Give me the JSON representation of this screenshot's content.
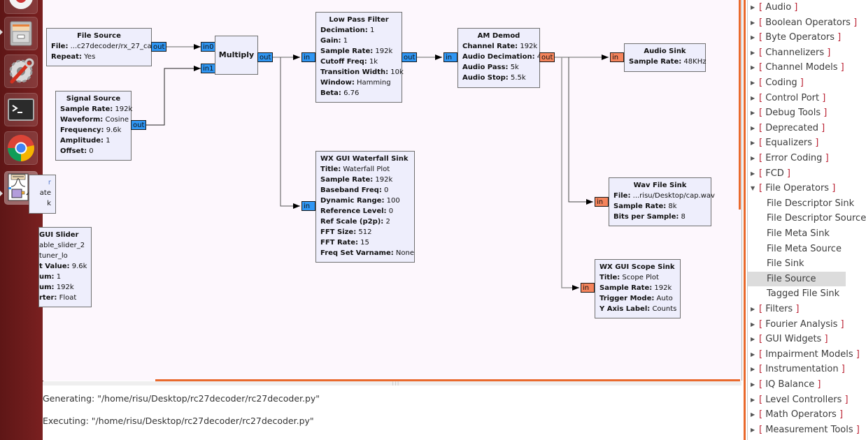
{
  "launcher": {
    "items": [
      {
        "name": "ubuntu-software-icon"
      },
      {
        "name": "file-cabinet-icon"
      },
      {
        "name": "system-settings-icon"
      },
      {
        "name": "terminal-icon"
      },
      {
        "name": "chrome-icon"
      },
      {
        "name": "gnuradio-companion-icon"
      }
    ]
  },
  "blocks": {
    "file_source": {
      "title": "File Source",
      "params": [
        {
          "k": "File:",
          "v": " ...c27decoder/rx_27_cap"
        },
        {
          "k": "Repeat:",
          "v": " Yes"
        }
      ],
      "out": "out"
    },
    "signal_source": {
      "title": "Signal Source",
      "params": [
        {
          "k": "Sample Rate:",
          "v": " 192k"
        },
        {
          "k": "Waveform:",
          "v": " Cosine"
        },
        {
          "k": "Frequency:",
          "v": " 9.6k"
        },
        {
          "k": "Amplitude:",
          "v": " 1"
        },
        {
          "k": "Offset:",
          "v": " 0"
        }
      ],
      "out": "out"
    },
    "multiply": {
      "title": "Multiply",
      "in0": "in0",
      "in1": "in1",
      "out": "out"
    },
    "low_pass": {
      "title": "Low Pass Filter",
      "params": [
        {
          "k": "Decimation:",
          "v": " 1"
        },
        {
          "k": "Gain:",
          "v": " 1"
        },
        {
          "k": "Sample Rate:",
          "v": " 192k"
        },
        {
          "k": "Cutoff Freq:",
          "v": " 1k"
        },
        {
          "k": "Transition Width:",
          "v": " 10k"
        },
        {
          "k": "Window:",
          "v": " Hamming"
        },
        {
          "k": "Beta:",
          "v": " 6.76"
        }
      ],
      "in": "in",
      "out": "out"
    },
    "am_demod": {
      "title": "AM Demod",
      "params": [
        {
          "k": "Channel Rate:",
          "v": " 192k"
        },
        {
          "k": "Audio Decimation:",
          "v": " 4"
        },
        {
          "k": "Audio Pass:",
          "v": " 5k"
        },
        {
          "k": "Audio Stop:",
          "v": " 5.5k"
        }
      ],
      "in": "in",
      "out": "out"
    },
    "audio_sink": {
      "title": "Audio Sink",
      "params": [
        {
          "k": "Sample Rate:",
          "v": " 48KHz"
        }
      ],
      "in": "in"
    },
    "waterfall": {
      "title": "WX GUI Waterfall Sink",
      "params": [
        {
          "k": "Title:",
          "v": " Waterfall Plot"
        },
        {
          "k": "Sample Rate:",
          "v": " 192k"
        },
        {
          "k": "Baseband Freq:",
          "v": " 0"
        },
        {
          "k": "Dynamic Range:",
          "v": " 100"
        },
        {
          "k": "Reference Level:",
          "v": " 0"
        },
        {
          "k": "Ref Scale (p2p):",
          "v": " 2"
        },
        {
          "k": "FFT Size:",
          "v": " 512"
        },
        {
          "k": "FFT Rate:",
          "v": " 15"
        },
        {
          "k": "Freq Set Varname:",
          "v": " None"
        }
      ],
      "in": "in"
    },
    "wav_sink": {
      "title": "Wav File Sink",
      "params": [
        {
          "k": "File:",
          "v": " ...risu/Desktop/cap.wav"
        },
        {
          "k": "Sample Rate:",
          "v": " 8k"
        },
        {
          "k": "Bits per Sample:",
          "v": " 8"
        }
      ],
      "in": "in"
    },
    "scope_sink": {
      "title": "WX GUI Scope Sink",
      "params": [
        {
          "k": "Title:",
          "v": " Scope Plot"
        },
        {
          "k": "Sample Rate:",
          "v": " 192k"
        },
        {
          "k": "Trigger Mode:",
          "v": " Auto"
        },
        {
          "k": "Y Axis Label:",
          "v": " Counts"
        }
      ],
      "in": "in"
    },
    "partial_top": {
      "lines": [
        "r",
        "ate",
        "k"
      ]
    },
    "gui_slider": {
      "title": "GUI Slider",
      "params": [
        {
          "k": "",
          "v": "able_slider_2"
        },
        {
          "k": "",
          "v": "tuner_lo"
        },
        {
          "k": "t Value:",
          "v": " 9.6k"
        },
        {
          "k": "um:",
          "v": " 1"
        },
        {
          "k": "um:",
          "v": " 192k"
        },
        {
          "k": "rter:",
          "v": " Float"
        }
      ]
    }
  },
  "console": {
    "lines": [
      "Generating: \"/home/risu/Desktop/rc27decoder/rc27decoder.py\"",
      "Executing: \"/home/risu/Desktop/rc27decoder/rc27decoder.py\""
    ]
  },
  "tree": {
    "items": [
      {
        "label": "Audio",
        "cat": true,
        "open": false
      },
      {
        "label": "Boolean Operators",
        "cat": true,
        "open": false
      },
      {
        "label": "Byte Operators",
        "cat": true,
        "open": false
      },
      {
        "label": "Channelizers",
        "cat": true,
        "open": false
      },
      {
        "label": "Channel Models",
        "cat": true,
        "open": false
      },
      {
        "label": "Coding",
        "cat": true,
        "open": false
      },
      {
        "label": "Control Port",
        "cat": true,
        "open": false
      },
      {
        "label": "Debug Tools",
        "cat": true,
        "open": false
      },
      {
        "label": "Deprecated",
        "cat": true,
        "open": false
      },
      {
        "label": "Equalizers",
        "cat": true,
        "open": false
      },
      {
        "label": "Error Coding",
        "cat": true,
        "open": false
      },
      {
        "label": "FCD",
        "cat": true,
        "open": false
      },
      {
        "label": "File Operators",
        "cat": true,
        "open": true
      },
      {
        "label": "File Descriptor Sink",
        "cat": false
      },
      {
        "label": "File Descriptor Source",
        "cat": false
      },
      {
        "label": "File Meta Sink",
        "cat": false
      },
      {
        "label": "File Meta Source",
        "cat": false
      },
      {
        "label": "File Sink",
        "cat": false
      },
      {
        "label": "File Source",
        "cat": false,
        "selected": true
      },
      {
        "label": "Tagged File Sink",
        "cat": false
      },
      {
        "label": "Filters",
        "cat": true,
        "open": false
      },
      {
        "label": "Fourier Analysis",
        "cat": true,
        "open": false
      },
      {
        "label": "GUI Widgets",
        "cat": true,
        "open": false
      },
      {
        "label": "Impairment Models",
        "cat": true,
        "open": false
      },
      {
        "label": "Instrumentation",
        "cat": true,
        "open": false
      },
      {
        "label": "IQ Balance",
        "cat": true,
        "open": false
      },
      {
        "label": "Level Controllers",
        "cat": true,
        "open": false
      },
      {
        "label": "Math Operators",
        "cat": true,
        "open": false
      },
      {
        "label": "Measurement Tools",
        "cat": true,
        "open": false
      }
    ]
  },
  "colors": {
    "stream_port": "#2f96f3",
    "float_port": "#f5845c",
    "accent": "#e9692c",
    "launcher": "#6e1c1c"
  }
}
